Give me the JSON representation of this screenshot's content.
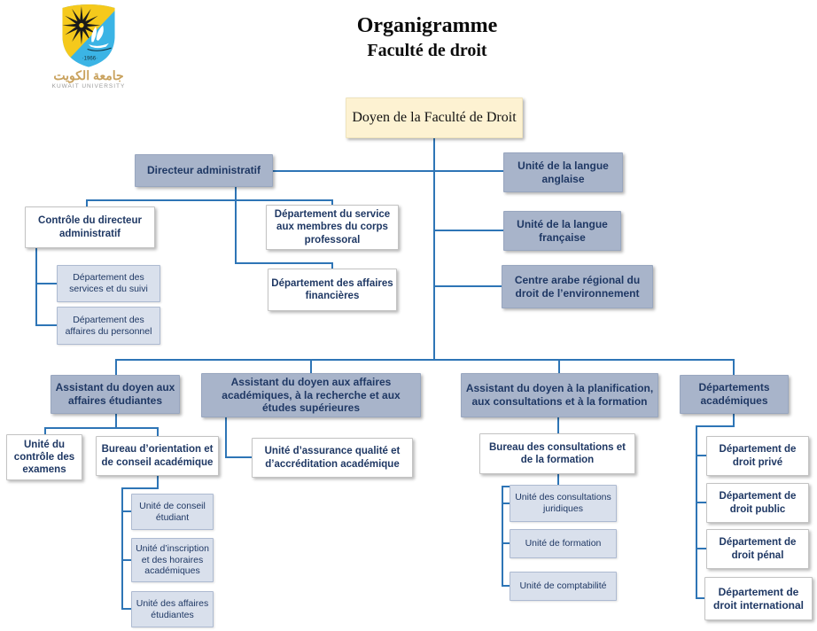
{
  "title": {
    "line1": "Organigramme",
    "line2": "Faculté de droit"
  },
  "logo": {
    "year": "·1966·",
    "arabic": "جامعة الكويت",
    "english": "KUWAIT UNIVERSITY"
  },
  "colors": {
    "line": "#2E75B6",
    "darkfill": "#A8B4CA",
    "darktext": "#1F3864",
    "lightfill": "#D9E0EC",
    "lightborder": "#ADBAD1",
    "whiteborder": "#C3C3C3",
    "doyenfill": "#FDF2D2",
    "doyenborder": "#EFE3BC",
    "logoblue": "#3BB4E5",
    "logoyellow": "#F5C91C"
  },
  "nodes": {
    "doyen": "Doyen de la Faculté de Droit",
    "directeur": "Directeur administratif",
    "controle": "Contrôle du directeur administratif",
    "dept_services_suivi": "Département des services et du suivi",
    "dept_affaires_personnel": "Département des affaires du personnel",
    "dept_service_corps": "Département du service aux membres du corps professoral",
    "dept_affaires_financieres": "Département des affaires financières",
    "unite_anglaise": "Unité de la langue anglaise",
    "unite_francaise": "Unité de la langue française",
    "centre_arabe": "Centre arabe régional du droit de l’environnement",
    "assistant_etudiantes": "Assistant du doyen aux affaires étudiantes",
    "assistant_academiques": "Assistant du doyen aux affaires académiques, à la recherche et aux études supérieures",
    "assistant_planification": "Assistant du doyen à la planification, aux consultations et à la formation",
    "departements_academiques": "Départements académiques",
    "unite_controle_examens": "Unité du contrôle des examens",
    "bureau_orientation": "Bureau d’orientation et de conseil académique",
    "unite_conseil_etudiant": "Unité de conseil étudiant",
    "unite_inscription": "Unité d’inscription et des horaires académiques",
    "unite_affaires_etudiantes": "Unité des affaires étudiantes",
    "unite_assurance": "Unité d’assurance qualité et d’accréditation académique",
    "bureau_consultations": "Bureau des consultations et de la formation",
    "unite_consultations_juridiques": "Unité des consultations juridiques",
    "unite_formation": "Unité de formation",
    "unite_comptabilite": "Unité de comptabilité",
    "dept_droit_prive": "Département de droit privé",
    "dept_droit_public": "Département de droit public",
    "dept_droit_penal": "Département de droit pénal",
    "dept_droit_international": "Département de droit international"
  }
}
